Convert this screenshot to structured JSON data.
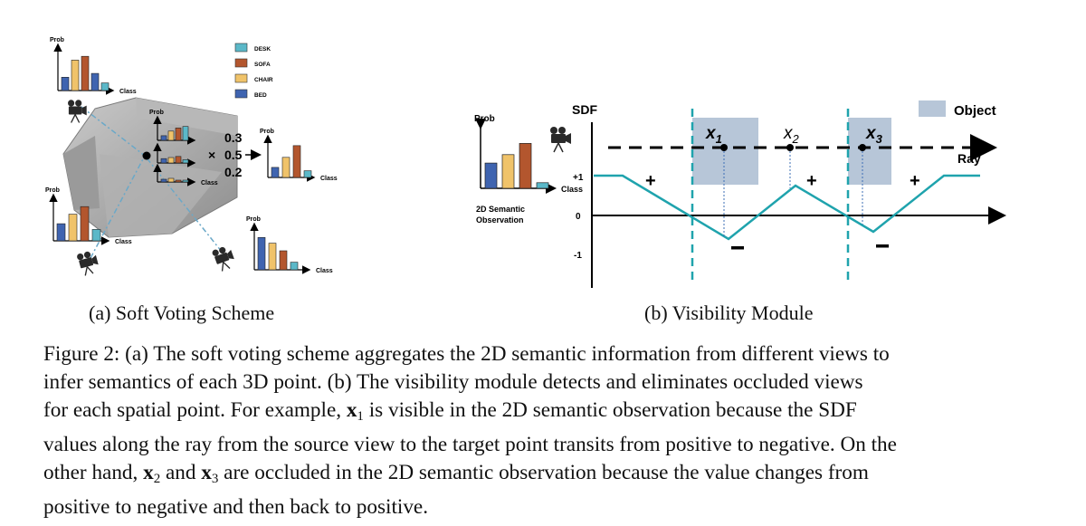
{
  "colors": {
    "desk": "#5bb8c8",
    "sofa": "#b3562e",
    "chair": "#f0c36a",
    "bed": "#3f64b0",
    "teal": "#1fa3ad",
    "object_fill": "#b7c6d8",
    "sofa_body": "#a9a9a9"
  },
  "panel_a": {
    "legend": [
      "DESK",
      "SOFA",
      "CHAIR",
      "BED"
    ],
    "prob_label": "Prob",
    "class_label": "Class",
    "weights": [
      "0.3",
      "0.5",
      "0.2"
    ],
    "times_sign": "×",
    "charts": [
      {
        "values": [
          0.35,
          0.8,
          0.9,
          0.45,
          0.2
        ]
      },
      {
        "values": [
          0.45,
          0.7,
          0.9,
          0.3
        ]
      },
      {
        "values": [
          0.3,
          0.6,
          0.95,
          0.2
        ]
      },
      {
        "values": [
          0.85,
          0.7,
          0.5,
          0.2
        ]
      }
    ],
    "inset_charts": [
      {
        "values": [
          0.3,
          0.6,
          0.8,
          0.9
        ]
      },
      {
        "values": [
          0.4,
          0.5,
          0.6,
          0.3
        ]
      },
      {
        "values": [
          0.3,
          0.4,
          0.2,
          0.2
        ]
      }
    ],
    "caption": "(a) Soft Voting Scheme"
  },
  "panel_b": {
    "prob_label": "Prob",
    "class_label": "Class",
    "observation_label": [
      "2D Semantic",
      "Observation"
    ],
    "bars": [
      0.45,
      0.6,
      0.8,
      0.1
    ],
    "sdf_label": "SDF",
    "ray_label": "Ray",
    "legend_object": "Object",
    "ticks": [
      "+1",
      "0",
      "-1"
    ],
    "points": [
      "x",
      "x",
      "x"
    ],
    "point_subs": [
      "1",
      "2",
      "3"
    ],
    "plus": "+",
    "minus": "-",
    "caption": "(b) Visibility Module"
  },
  "figure_caption": {
    "line1": "Figure 2: (a) The soft voting scheme aggregates the 2D semantic information from different views to",
    "line2": "infer semantics of each 3D point. (b) The visibility module detects and eliminates occluded views",
    "line3a": "for each spatial point. For example, ",
    "x": "x",
    "sub1": "1",
    "sub2": "2",
    "sub3": "3",
    "line3b": " is visible in the 2D semantic observation because the SDF",
    "line4": "values along the ray from the source view to the target point transits from positive to negative. On the",
    "line5a": "other hand, ",
    "and": " and ",
    "line5b": " are occluded in the 2D semantic observation because the value changes from",
    "line6": "positive to negative and then back to positive."
  }
}
